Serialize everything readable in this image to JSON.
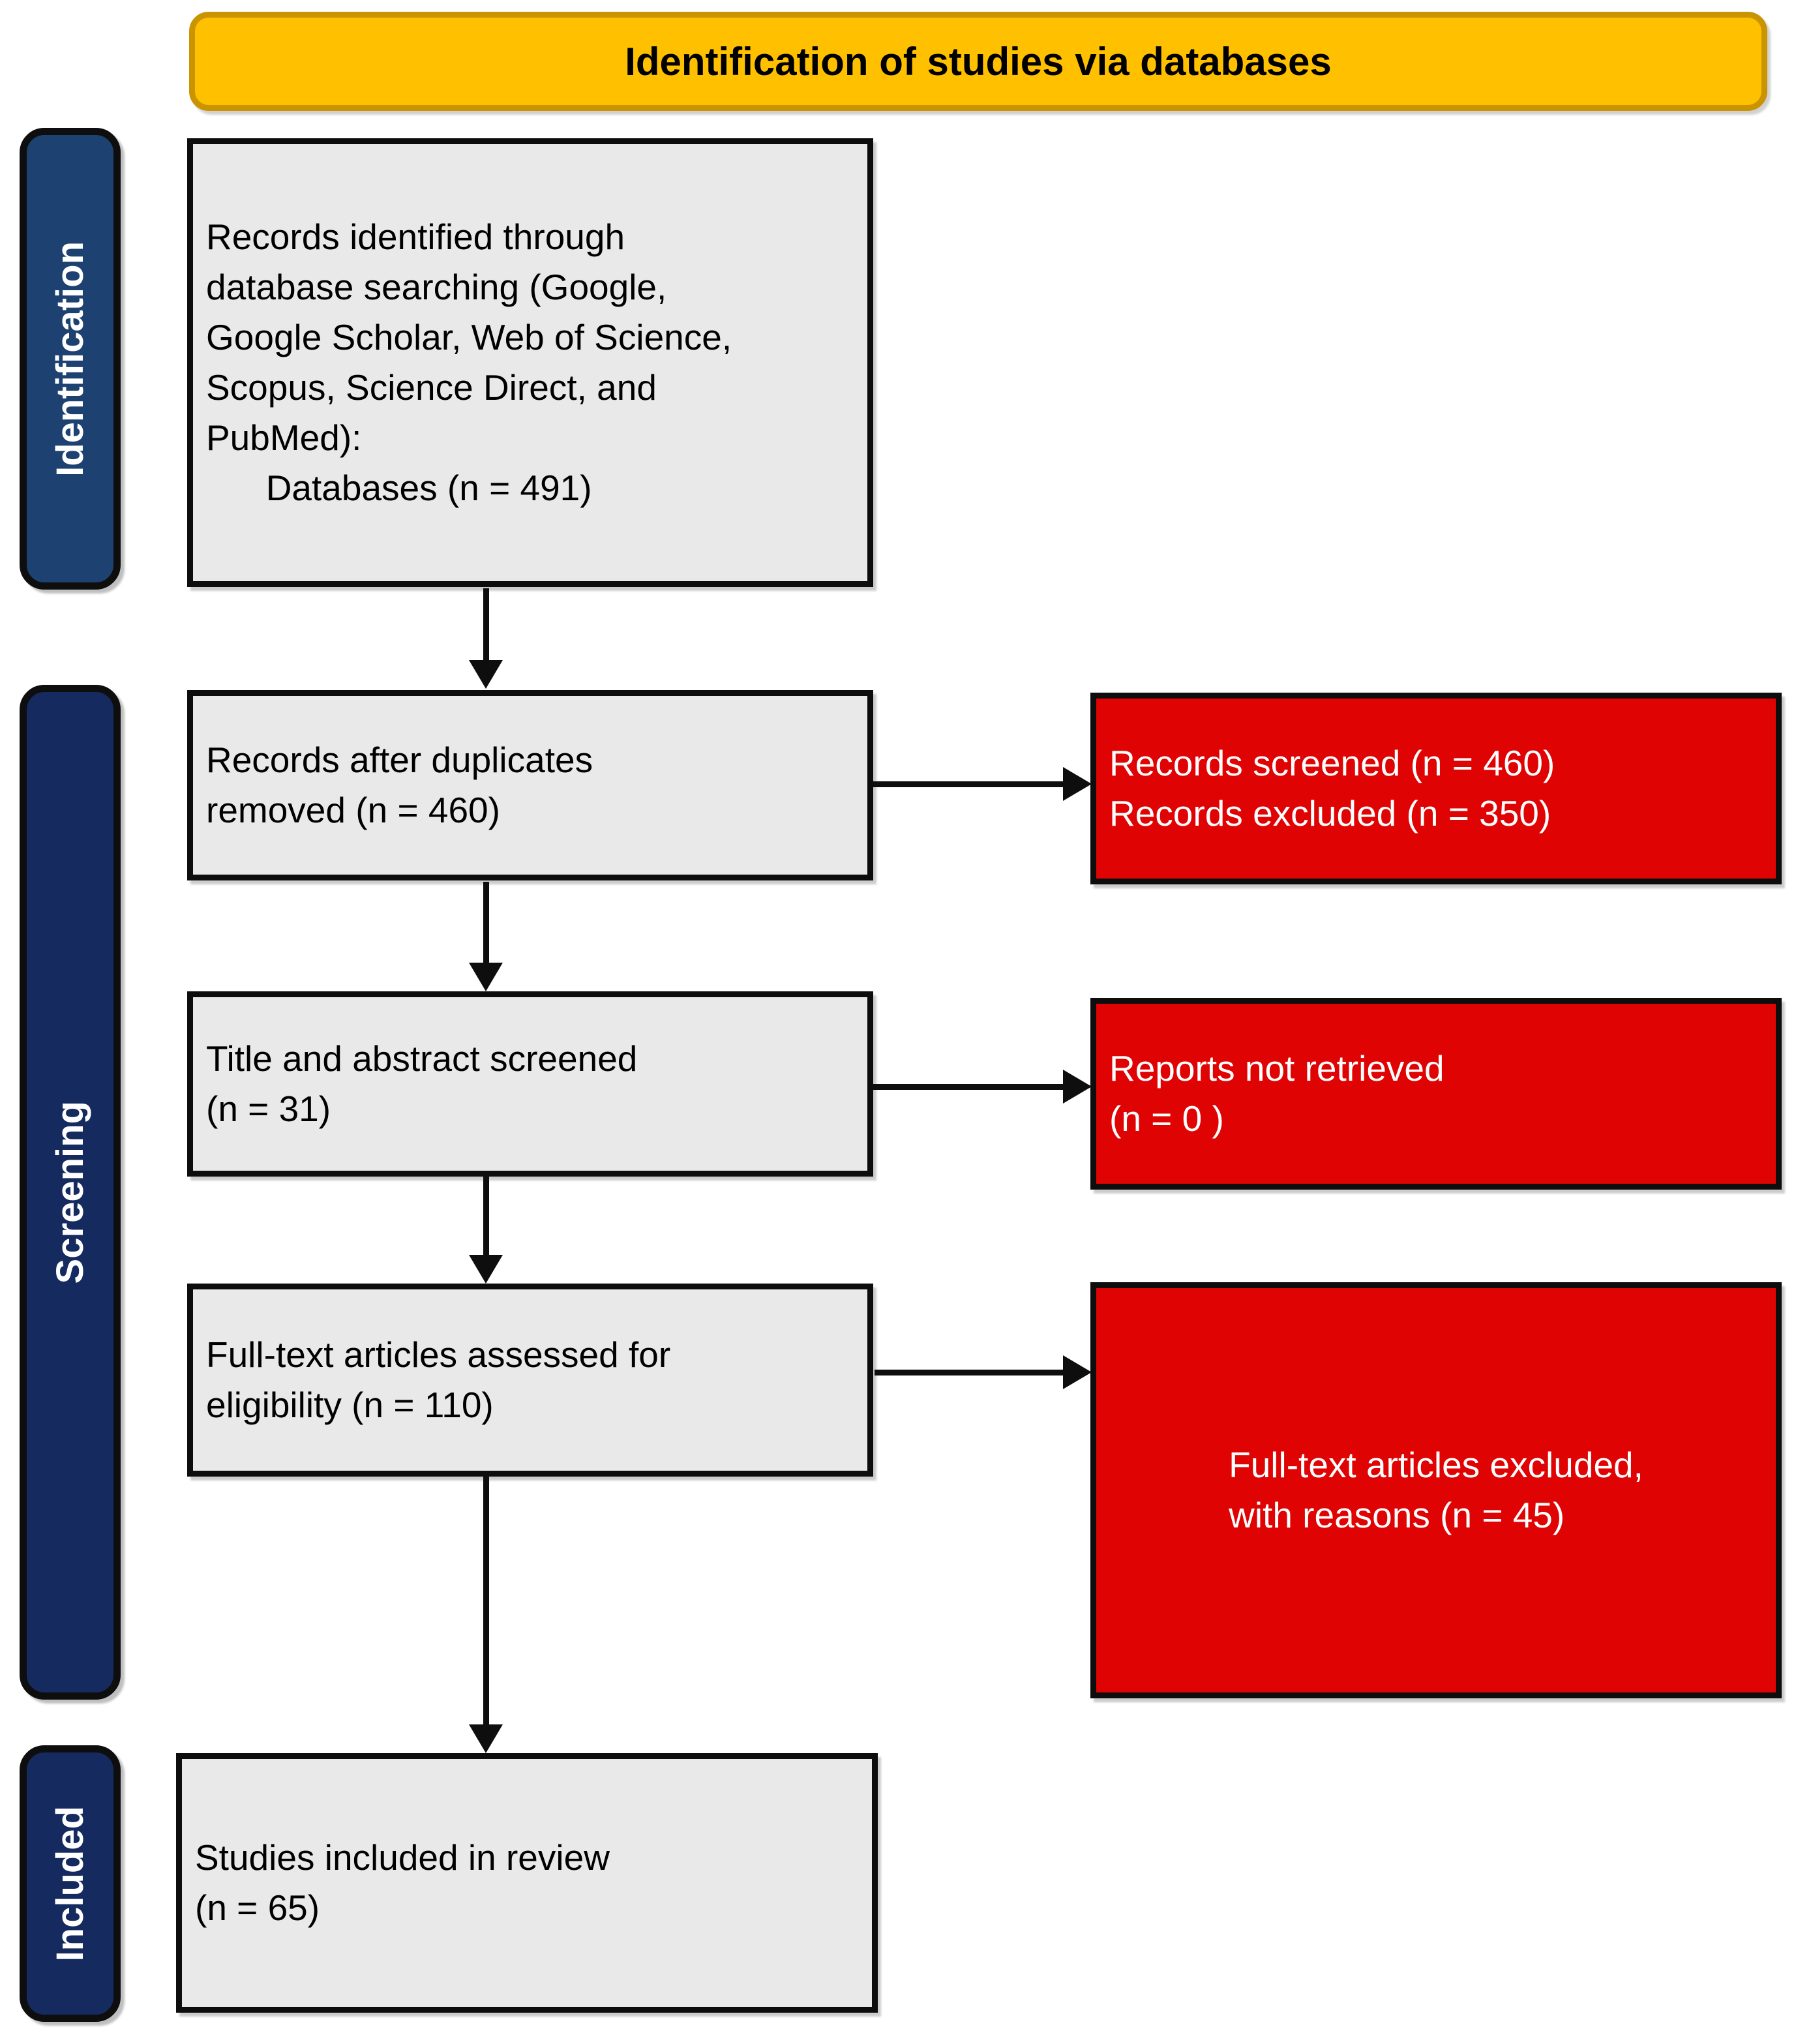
{
  "banner": {
    "title": "Identification of studies via databases"
  },
  "sidebar": {
    "identification_label": "Identification",
    "screening_label": "Screening",
    "included_label": "Included"
  },
  "flow": {
    "records_identified": "Records identified through\ndatabase searching (Google,\nGoogle Scholar, Web of Science,\nScopus, Science Direct, and\nPubMed):\n      Databases (n = 491)",
    "records_after_duplicates": "Records after duplicates\nremoved (n = 460)",
    "title_abstract_screened": "Title and abstract screened\n(n = 31)",
    "fulltext_assessed": "Full-text articles assessed for\neligibility (n = 110)",
    "studies_included": "Studies included in review\n(n = 65)"
  },
  "exclusions": {
    "records_screened_excluded": "Records screened (n = 460)\nRecords excluded (n = 350)",
    "reports_not_retrieved": "Reports not retrieved\n(n = 0 )",
    "fulltext_excluded": "Full-text articles excluded,\nwith reasons (n = 45)"
  },
  "colors": {
    "banner_fill": "#FFC000",
    "banner_border": "#C99400",
    "stage_identification_fill": "#1D4272",
    "stage_screening_fill": "#152A5E",
    "stage_included_fill": "#152A5E",
    "process_box_fill": "#E9E9E9",
    "exclusion_box_fill": "#E00303",
    "outline_color": "#0E0E0E",
    "banner_text_color": "#000000",
    "stage_text_color": "#FFFFFF",
    "exclusion_text_color": "#FFFFFF"
  }
}
